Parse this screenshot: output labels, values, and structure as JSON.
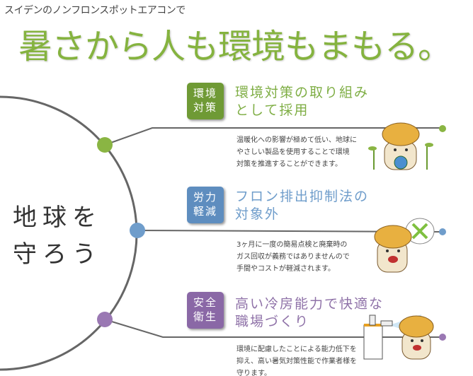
{
  "header": {
    "lead": "スイデンのノンフロンスポットエアコンで",
    "headline": "暑さから人も環境もまもる。"
  },
  "center_title": {
    "line1": "地球を",
    "line2": "守ろう"
  },
  "colors": {
    "green": "#8ab543",
    "blue": "#6f9dcb",
    "purple": "#9a78b3",
    "arc": "#666666"
  },
  "sections": [
    {
      "badge": [
        "環境",
        "対策"
      ],
      "title": [
        "環境対策の取り組み",
        "として採用"
      ],
      "desc": [
        "温暖化への影響が極めて低い、地球に",
        "やさしい製品を使用することで環境",
        "対策を推進することができます。"
      ],
      "icon": "mascot-globe-icon"
    },
    {
      "badge": [
        "労力",
        "軽減"
      ],
      "title": [
        "フロン排出抑制法の",
        "対象外"
      ],
      "desc": [
        "3ヶ月に一度の簡易点検と廃棄時の",
        "ガス回収が義務ではありませんので",
        "手間やコストが軽減されます。"
      ],
      "icon": "mascot-checklist-icon"
    },
    {
      "badge": [
        "安全",
        "衛生"
      ],
      "title": [
        "高い冷房能力で快適な",
        "職場づくり"
      ],
      "desc": [
        "環境に配慮したことによる能力低下を",
        "抑え、高い暑気対策性能で作業者様を",
        "守ります。"
      ],
      "icon": "mascot-aircon-icon"
    }
  ]
}
